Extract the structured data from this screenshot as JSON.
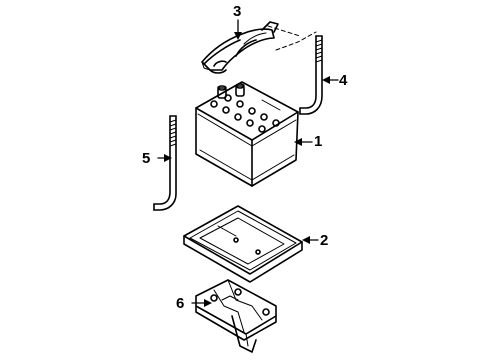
{
  "callouts": {
    "n1": "1",
    "n2": "2",
    "n3": "3",
    "n4": "4",
    "n5": "5",
    "n6": "6"
  },
  "colors": {
    "line": "#000000",
    "background": "#ffffff"
  }
}
